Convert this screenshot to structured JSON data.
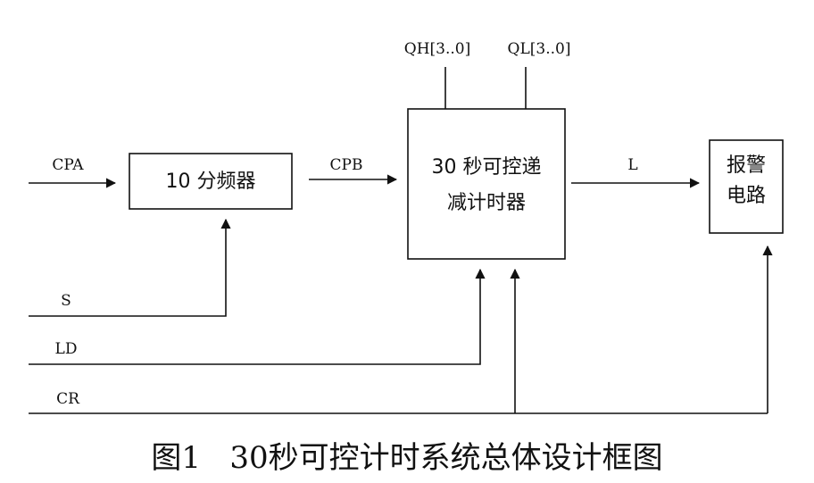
{
  "signals": {
    "cpa": "CPA",
    "cpb": "CPB",
    "l": "L",
    "s": "S",
    "ld": "LD",
    "cr": "CR",
    "qh": "QH[3..0]",
    "ql": "QL[3..0]"
  },
  "blocks": {
    "divider": "10 分频器",
    "counter_line1": "30 秒可控递",
    "counter_line2": "减计时器",
    "alarm_line1": "报警",
    "alarm_line2": "电路"
  },
  "caption": "图1   30秒可控计时系统总体设计框图"
}
